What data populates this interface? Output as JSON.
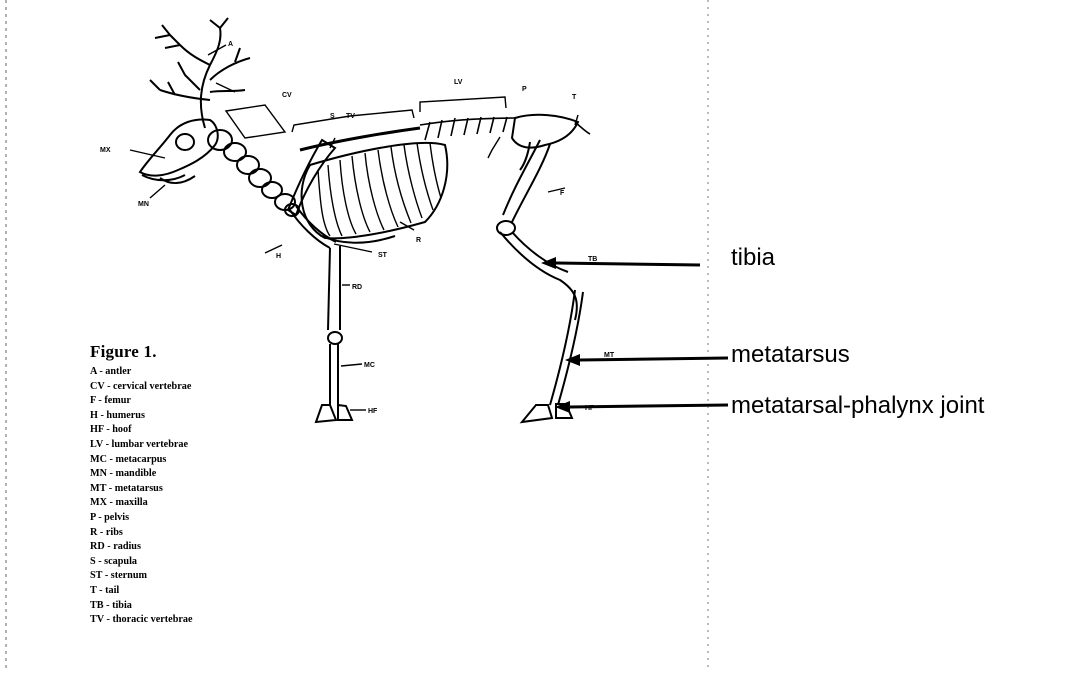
{
  "figure": {
    "title": "Figure 1.",
    "legend": [
      "A - antler",
      "CV - cervical vertebrae",
      "F - femur",
      "H - humerus",
      "HF - hoof",
      "LV - lumbar vertebrae",
      "MC - metacarpus",
      "MN - mandible",
      "MT - metatarsus",
      "MX - maxilla",
      "P - pelvis",
      "R - ribs",
      "RD - radius",
      "S - scapula",
      "ST - sternum",
      "T - tail",
      "TB - tibia",
      "TV - thoracic vertebrae"
    ]
  },
  "skeleton_labels": {
    "A": "A",
    "CV": "CV",
    "MX": "MX",
    "MN": "MN",
    "S": "S",
    "TV": "TV",
    "LV": "LV",
    "P": "P",
    "T": "T",
    "F": "F",
    "H": "H",
    "ST": "ST",
    "R": "R",
    "RD": "RD",
    "MC": "MC",
    "HF_front": "HF",
    "TB": "TB",
    "MT": "MT",
    "HF_hind": "HF"
  },
  "callouts": {
    "tibia": "tibia",
    "metatarsus": "metatarsus",
    "joint": "metatarsal-phalynx joint"
  }
}
